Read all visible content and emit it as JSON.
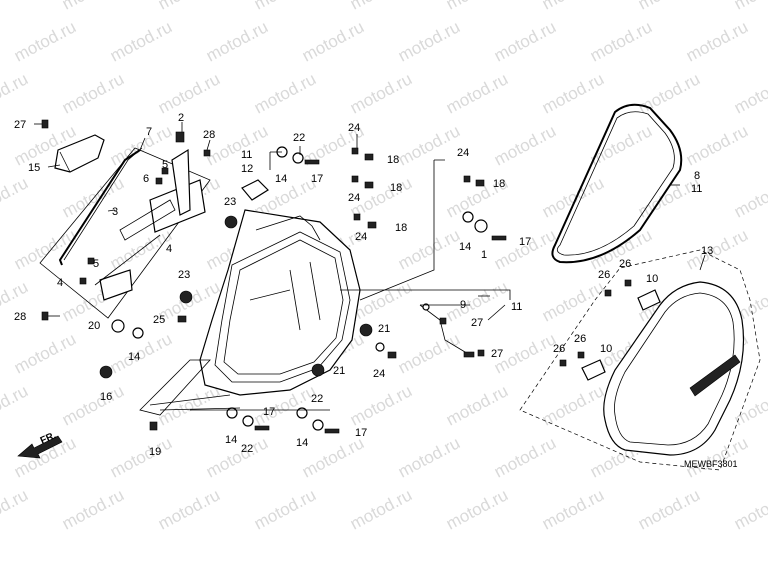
{
  "watermark": "motod.ru",
  "diagram_code": "MEWBF3801",
  "direction_label": "FR.",
  "callouts": [
    {
      "id": "c27a",
      "text": "27"
    },
    {
      "id": "c15",
      "text": "15"
    },
    {
      "id": "c7",
      "text": "7"
    },
    {
      "id": "c2",
      "text": "2"
    },
    {
      "id": "c28a",
      "text": "28"
    },
    {
      "id": "c5a",
      "text": "5"
    },
    {
      "id": "c6",
      "text": "6"
    },
    {
      "id": "c3",
      "text": "3"
    },
    {
      "id": "c4a",
      "text": "4"
    },
    {
      "id": "c5b",
      "text": "5"
    },
    {
      "id": "c4b",
      "text": "4"
    },
    {
      "id": "c28b",
      "text": "28"
    },
    {
      "id": "c11a",
      "text": "11"
    },
    {
      "id": "c12",
      "text": "12"
    },
    {
      "id": "c23a",
      "text": "23"
    },
    {
      "id": "c14a",
      "text": "14"
    },
    {
      "id": "c22a",
      "text": "22"
    },
    {
      "id": "c17a",
      "text": "17"
    },
    {
      "id": "c24a",
      "text": "24"
    },
    {
      "id": "c18a",
      "text": "18"
    },
    {
      "id": "c24b",
      "text": "24"
    },
    {
      "id": "c18b",
      "text": "18"
    },
    {
      "id": "c24c",
      "text": "24"
    },
    {
      "id": "c18c",
      "text": "18"
    },
    {
      "id": "c24d",
      "text": "24"
    },
    {
      "id": "c18d",
      "text": "18"
    },
    {
      "id": "c14b",
      "text": "14"
    },
    {
      "id": "c1",
      "text": "1"
    },
    {
      "id": "c17b",
      "text": "17"
    },
    {
      "id": "c8",
      "text": "8"
    },
    {
      "id": "c11b",
      "text": "11"
    },
    {
      "id": "c13",
      "text": "13"
    },
    {
      "id": "c26a",
      "text": "26"
    },
    {
      "id": "c26b",
      "text": "26"
    },
    {
      "id": "c10a",
      "text": "10"
    },
    {
      "id": "c9",
      "text": "9"
    },
    {
      "id": "c11c",
      "text": "11"
    },
    {
      "id": "c27b",
      "text": "27"
    },
    {
      "id": "c23b",
      "text": "23"
    },
    {
      "id": "c25",
      "text": "25"
    },
    {
      "id": "c20",
      "text": "20"
    },
    {
      "id": "c14c",
      "text": "14"
    },
    {
      "id": "c21a",
      "text": "21"
    },
    {
      "id": "c24e",
      "text": "24"
    },
    {
      "id": "c27c",
      "text": "27"
    },
    {
      "id": "c26c",
      "text": "26"
    },
    {
      "id": "c26d",
      "text": "26"
    },
    {
      "id": "c10b",
      "text": "10"
    },
    {
      "id": "c16",
      "text": "16"
    },
    {
      "id": "c21b",
      "text": "21"
    },
    {
      "id": "c19",
      "text": "19"
    },
    {
      "id": "c14d",
      "text": "14"
    },
    {
      "id": "c17c",
      "text": "17"
    },
    {
      "id": "c22b",
      "text": "22"
    },
    {
      "id": "c22c",
      "text": "22"
    },
    {
      "id": "c14e",
      "text": "14"
    },
    {
      "id": "c17d",
      "text": "17"
    }
  ]
}
